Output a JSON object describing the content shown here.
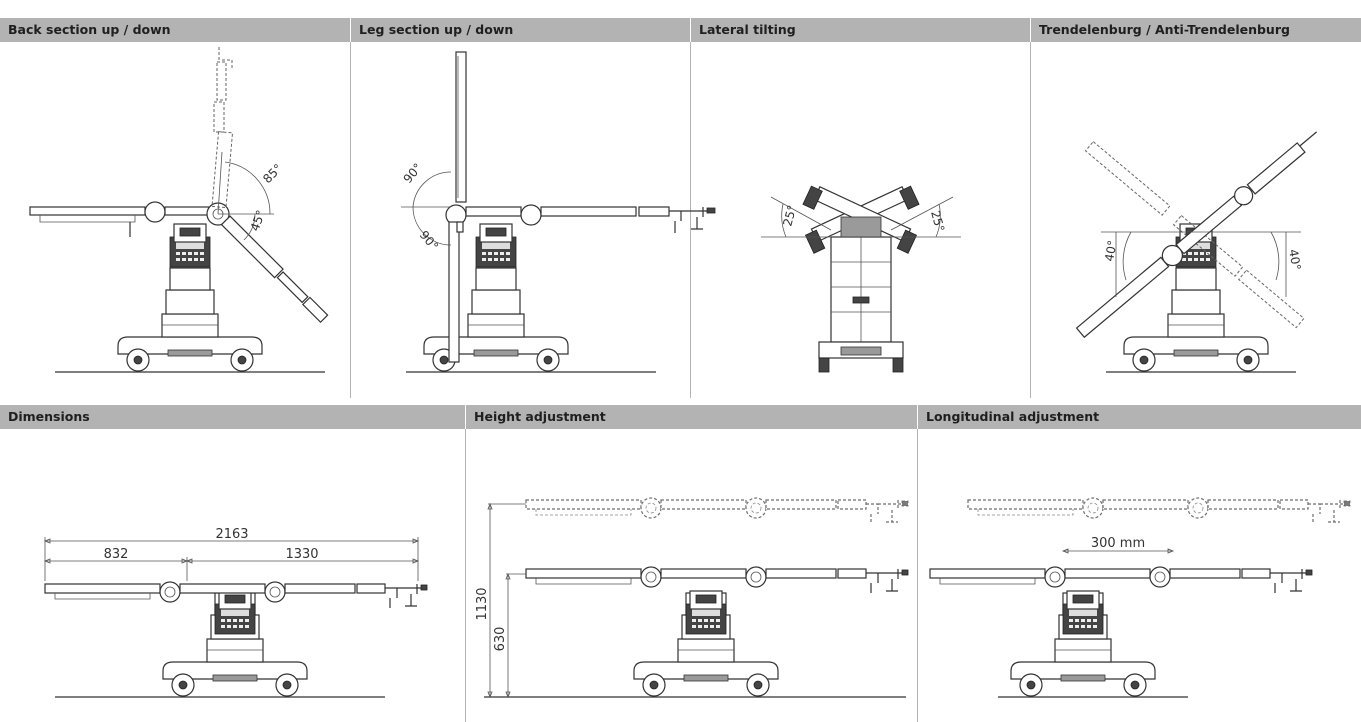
{
  "top_row": {
    "back_section": {
      "title": "Back section up / down",
      "angle_up": "85°",
      "angle_down": "45°"
    },
    "leg_section": {
      "title": "Leg section up / down",
      "angle_up": "90°",
      "angle_down": "90°"
    },
    "lateral_tilting": {
      "title": "Lateral tilting",
      "angle_left": "25°",
      "angle_right": "25°"
    },
    "trendelenburg": {
      "title": "Trendelenburg / Anti-Trendelenburg",
      "angle_left": "40°",
      "angle_right": "40°"
    }
  },
  "bottom_row": {
    "dimensions": {
      "title": "Dimensions",
      "total_length": "2163",
      "head_part": "832",
      "foot_part": "1330"
    },
    "height_adjustment": {
      "title": "Height adjustment",
      "max_height": "1130",
      "min_height": "630"
    },
    "longitudinal_adjustment": {
      "title": "Longitudinal adjustment",
      "shift": "300 mm"
    }
  }
}
